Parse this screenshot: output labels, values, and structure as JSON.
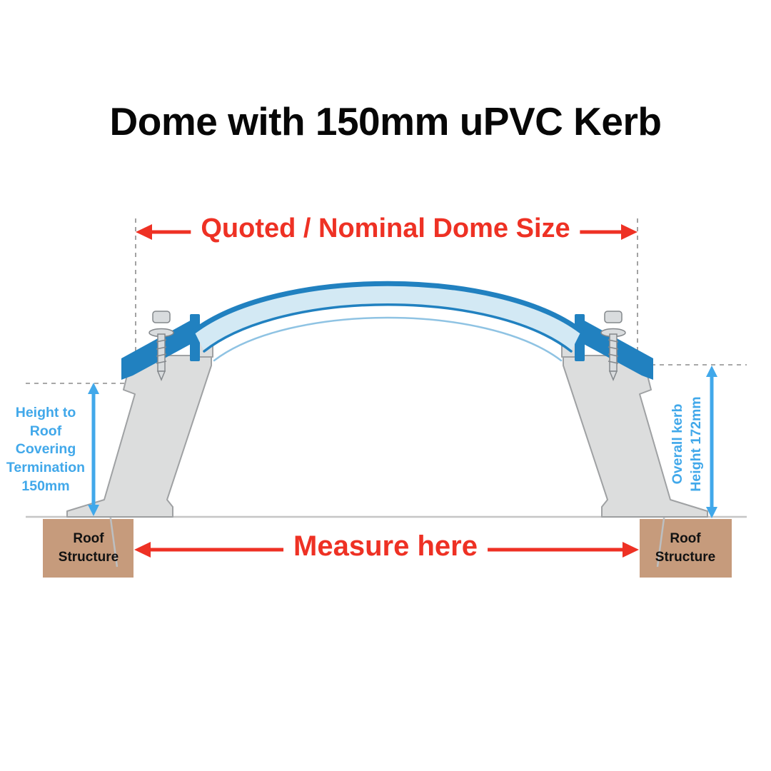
{
  "title": "Dome with 150mm uPVC Kerb",
  "dimensions": {
    "top_label": "Quoted / Nominal Dome Size",
    "bottom_label": "Measure here",
    "left_label": "Height to Roof Covering Termination 150mm",
    "right_label": "Overall kerb Height 172mm"
  },
  "parts": {
    "roof_structure_left": "Roof Structure",
    "roof_structure_right": "Roof Structure"
  },
  "colors": {
    "red": "#ee3124",
    "blue": "#41a8ea",
    "dome": "#2181c0",
    "dome-fill": "#d3e9f4",
    "kerb": "#dcdddd",
    "kerb-stroke": "#9fa1a3",
    "roof": "#c69b7c",
    "dash": "#8c8c8c"
  }
}
